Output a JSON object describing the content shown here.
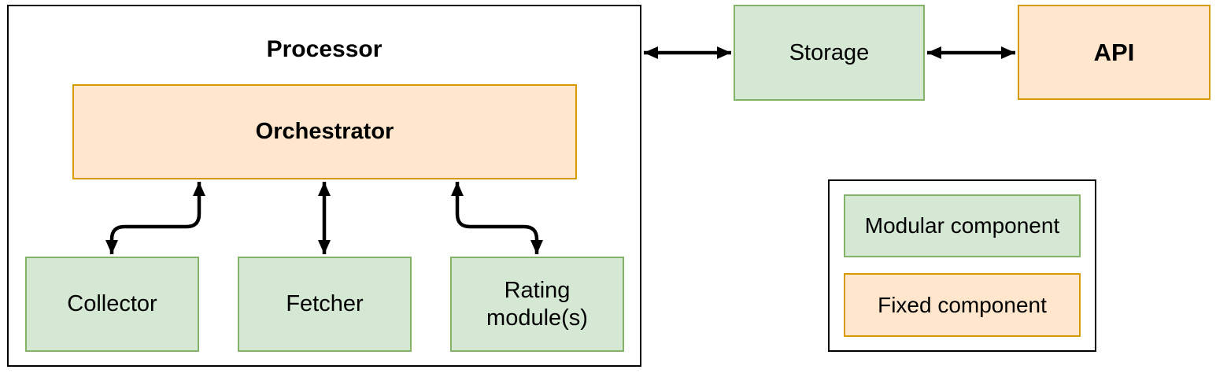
{
  "diagram": {
    "processor": {
      "title": "Processor",
      "orchestrator_label": "Orchestrator",
      "modules": [
        "Collector",
        "Fetcher",
        "Rating module(s)"
      ]
    },
    "storage_label": "Storage",
    "api_label": "API",
    "legend": {
      "modular_label": "Modular component",
      "fixed_label": "Fixed component"
    },
    "colors": {
      "modular_fill": "#d5e8d4",
      "modular_border": "#82b366",
      "fixed_fill": "#ffe6cc",
      "fixed_border": "#d79b00",
      "container_border": "#000000",
      "arrow": "#000000"
    }
  }
}
